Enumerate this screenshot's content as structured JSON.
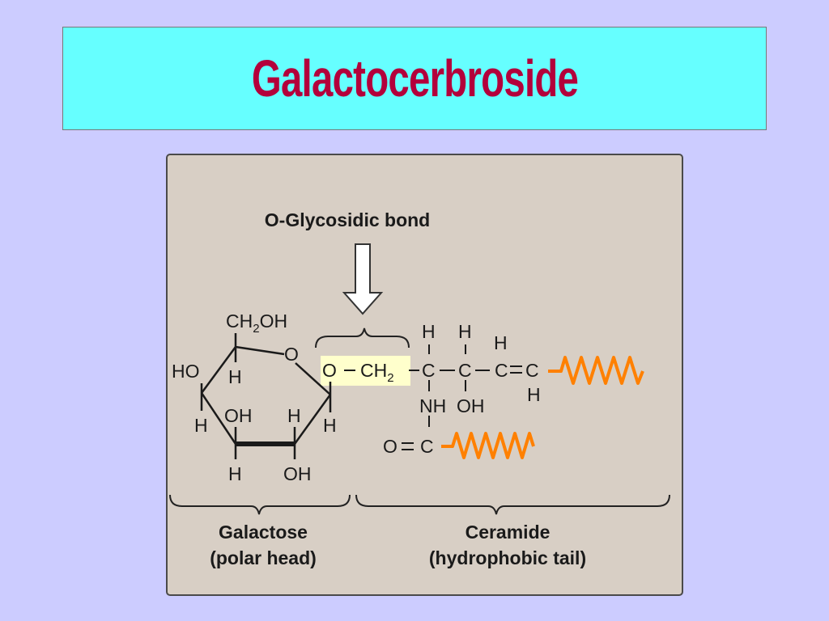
{
  "title": "Galactocerbroside",
  "figure": {
    "bond_label": "O-Glycosidic bond",
    "galactose": {
      "ch2oh_pre": "CH",
      "ch2oh_sub": "2",
      "ch2oh_post": "OH",
      "ring_o": "O",
      "ho": "HO",
      "h1": "H",
      "h2": "H",
      "oh1": "OH",
      "h3": "H",
      "h4": "H",
      "h5": "H",
      "oh2": "OH"
    },
    "linkage": {
      "o": "O",
      "ch2_pre": "CH",
      "ch2_sub": "2"
    },
    "ceramide": {
      "h_a": "H",
      "h_b": "H",
      "h_c": "H",
      "c1": "C",
      "c2": "C",
      "c3": "C",
      "c4": "C",
      "h_d": "H",
      "nh": "NH",
      "oh": "OH",
      "o": "O",
      "c5": "C"
    },
    "galactose_label_1": "Galactose",
    "galactose_label_2": "(polar head)",
    "ceramide_label_1": "Ceramide",
    "ceramide_label_2": "(hydrophobic tail)"
  },
  "colors": {
    "background": "#ccccff",
    "title_box": "#66ffff",
    "title_text": "#b3003b",
    "panel": "#d8cfc5",
    "highlight": "#ffffcc",
    "tail": "#ff8000"
  }
}
